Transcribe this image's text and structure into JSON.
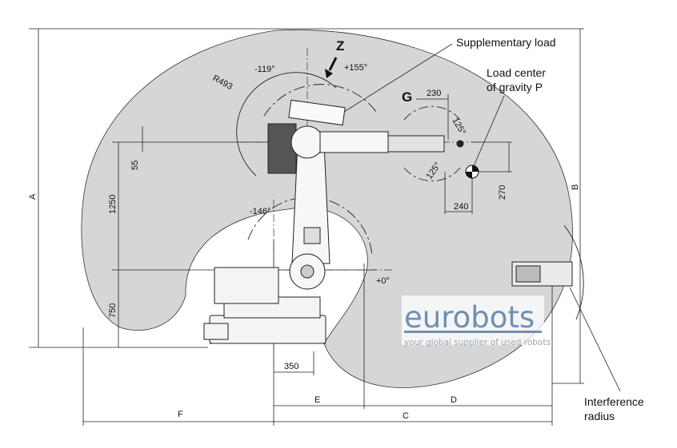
{
  "labels": {
    "z_axis": "Z",
    "g_point": "G",
    "angle_neg119": "-119°",
    "angle_pos155": "+155°",
    "radius_493": "R493",
    "dim_230": "230",
    "angle_125a": "125°",
    "angle_125b": "125°",
    "dim_55": "55",
    "dim_1250": "1250",
    "dim_750": "750",
    "dim_350": "350",
    "dim_240": "240",
    "dim_270": "270",
    "angle_neg146": "-146°",
    "angle_pos0": "+0°",
    "dim_A": "A",
    "dim_B": "B",
    "dim_C": "C",
    "dim_D": "D",
    "dim_E": "E",
    "dim_F": "F"
  },
  "callouts": {
    "supplementary_load": "Supplementary load",
    "load_center_line1": "Load center",
    "load_center_line2": "of gravity P",
    "interference_line1": "Interference",
    "interference_line2": "radius"
  },
  "watermark": {
    "brand": "eurobots",
    "tagline": "your global supplier of used robots"
  },
  "colors": {
    "envelope_fill": "#d6d6d6",
    "line": "#1a1a1a",
    "watermark_brand": "#6f8fb3",
    "watermark_tag": "#9aa8b8"
  }
}
